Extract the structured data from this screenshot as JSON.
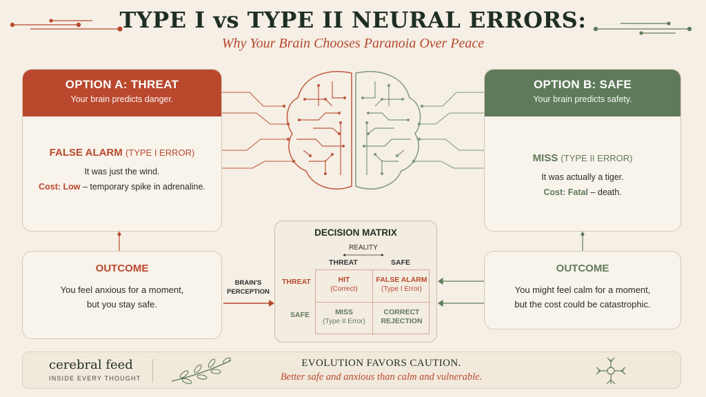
{
  "header": {
    "title": "TYPE I vs TYPE II NEURAL ERRORS:",
    "subtitle": "Why Your Brain Chooses Paranoia Over Peace"
  },
  "option_a": {
    "heading": "OPTION A: THREAT",
    "subheading": "Your brain predicts danger.",
    "error_title": "FALSE ALARM",
    "error_type": "(TYPE I ERROR)",
    "line": "It was just the wind.",
    "cost_label": "Cost: Low",
    "cost_text": " – temporary spike in adrenaline."
  },
  "option_b": {
    "heading": "OPTION B: SAFE",
    "subheading": "Your brain predicts safety.",
    "error_title": "MISS",
    "error_type": "(TYPE II ERROR)",
    "line": "It was actually a tiger.",
    "cost_label": "Cost: Fatal",
    "cost_text": " – death."
  },
  "outcome_a": {
    "heading": "OUTCOME",
    "line1": "You feel anxious for a moment,",
    "line2": "but you stay safe."
  },
  "outcome_b": {
    "heading": "OUTCOME",
    "line1": "You might feel calm for a moment,",
    "line2": "but the cost could be catastrophic."
  },
  "matrix": {
    "title": "DECISION MATRIX",
    "reality_label": "REALITY",
    "col_threat": "THREAT",
    "col_safe": "SAFE",
    "row_threat": "THREAT",
    "row_safe": "SAFE",
    "cells": {
      "hit": {
        "title": "HIT",
        "sub": "(Correct)"
      },
      "false_alarm": {
        "title": "FALSE ALARM",
        "sub": "(Type I Error)"
      },
      "miss": {
        "title": "MISS",
        "sub": "(Type II Error)"
      },
      "correct_rejection": {
        "title1": "CORRECT",
        "title2": "REJECTION"
      }
    }
  },
  "perception": {
    "line1": "BRAIN'S",
    "line2": "PERCEPTION"
  },
  "footer": {
    "brand": "cerebral feed",
    "tagline": "INSIDE EVERY THOUGHT",
    "main": "EVOLUTION FAVORS CAUTION.",
    "sub": "Better safe and anxious than calm and vulnerable."
  },
  "colors": {
    "threat": "#b9482d",
    "safe": "#5f7a5b",
    "title": "#1f2e24",
    "background": "#f5efe5"
  },
  "icons": [
    "brain-circuit-icon",
    "laurel-branch-icon",
    "neuron-icon"
  ]
}
